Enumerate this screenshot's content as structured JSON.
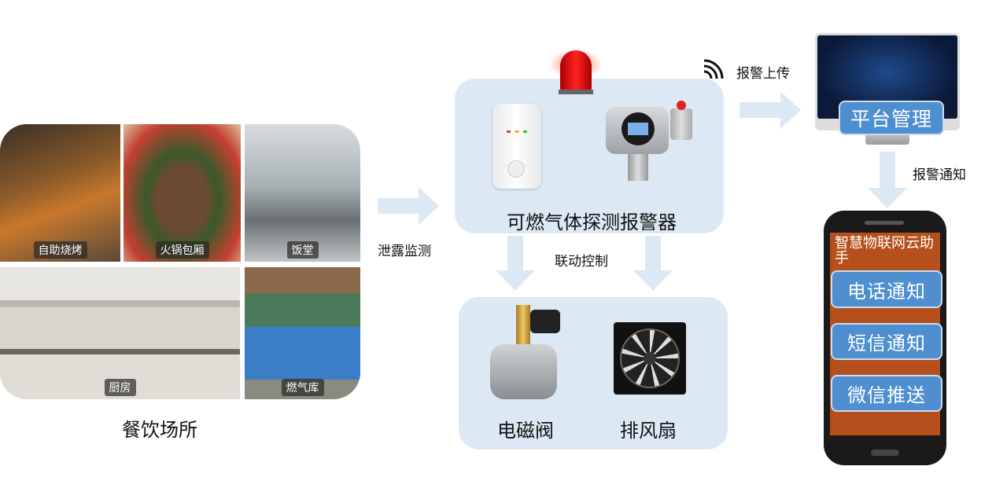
{
  "venues": {
    "title": "餐饮场所",
    "photos": [
      {
        "label": "自助烧烤"
      },
      {
        "label": "火锅包厢"
      },
      {
        "label": "饭堂"
      },
      {
        "label": "厨房"
      },
      {
        "label": "燃气库"
      }
    ]
  },
  "flow": {
    "leak_monitor": "泄露监测",
    "linkage_control": "联动控制",
    "alarm_upload": "报警上传",
    "alarm_notify": "报警通知"
  },
  "detector": {
    "title": "可燃气体探测报警器"
  },
  "actuators": {
    "valve": "电磁阀",
    "fan": "排风扇"
  },
  "platform": {
    "label": "平台管理"
  },
  "phone": {
    "app_title": "智慧物联网云助手",
    "buttons": [
      {
        "label": "电话通知"
      },
      {
        "label": "短信通知"
      },
      {
        "label": "微信推送"
      }
    ]
  },
  "colors": {
    "panel": "#dce8f4",
    "arrow": "#dce8f4",
    "button": "#4f8fd0",
    "phone_screen": "#b5501c"
  }
}
